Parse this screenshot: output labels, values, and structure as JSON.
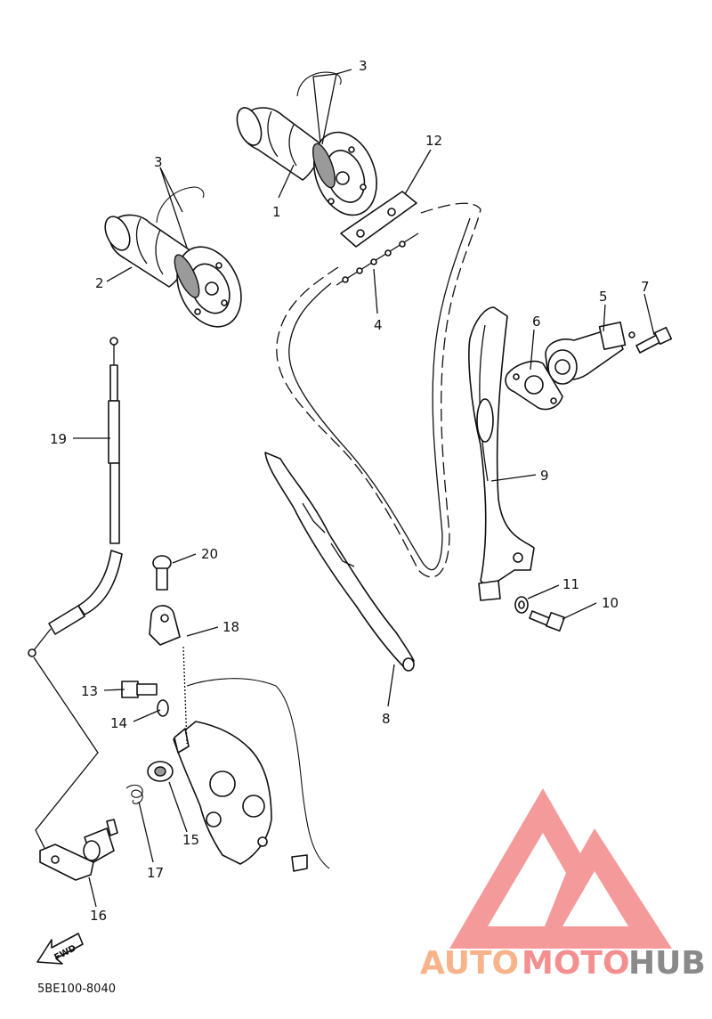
{
  "diagram": {
    "part_labels": [
      "1",
      "2",
      "3",
      "3",
      "4",
      "5",
      "6",
      "7",
      "8",
      "9",
      "10",
      "11",
      "12",
      "13",
      "14",
      "15",
      "16",
      "17",
      "18",
      "19",
      "20"
    ],
    "fwd_text": "FWD",
    "diagram_code": "5BE100-8040"
  },
  "watermark": {
    "part_auto": "AUTO",
    "part_moto": "MOTO",
    "part_hub": "HUB",
    "colors": {
      "triangle": "#f48f8f",
      "auto": "#f7b38a",
      "hub": "#8a8a8a"
    }
  }
}
